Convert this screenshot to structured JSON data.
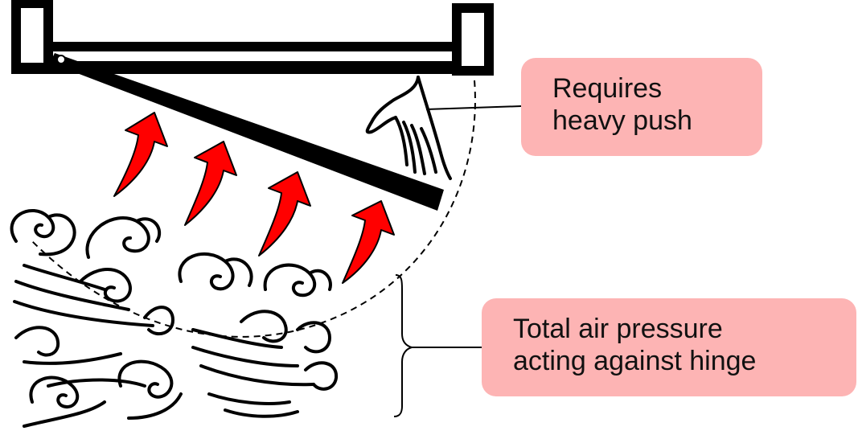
{
  "callouts": {
    "push": {
      "line1": "Requires",
      "line2": "heavy push"
    },
    "pressure": {
      "line1": "Total air pressure",
      "line2": "acting against hinge"
    }
  },
  "colors": {
    "callout_fill": "#fdb4b4",
    "arrow_fill": "#ff0000",
    "ink": "#000000"
  },
  "icons": [
    "door-frame",
    "door-panel",
    "hinge",
    "hand-icon",
    "wind-swirl-icon",
    "pressure-arrow-icon",
    "swing-arc",
    "brace"
  ]
}
